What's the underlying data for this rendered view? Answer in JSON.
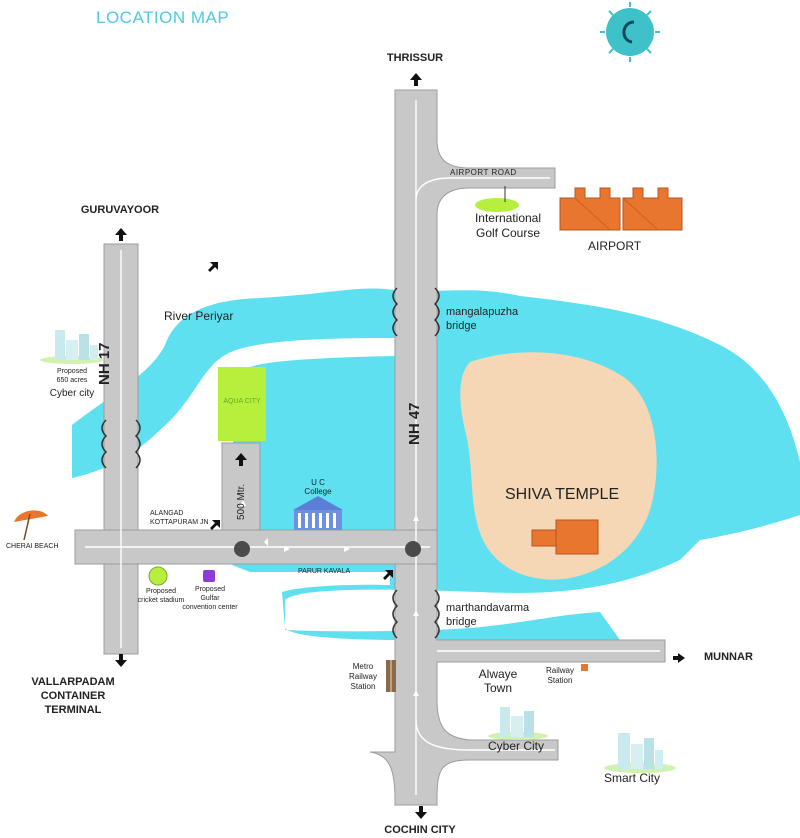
{
  "title": "LOCATION MAP",
  "colors": {
    "river": "#5fe0f0",
    "road": "#c8c8c8",
    "temple_area": "#f5d7b5",
    "buildings": "#e8762e",
    "city_block": "#b6f03c",
    "title": "#4ec9e0"
  },
  "directions": {
    "north": "THRISSUR",
    "northwest": "GURUVAYOOR",
    "south": "COCHIN CITY",
    "east": "MUNNAR",
    "southwest_1": "VALLARPADAM",
    "southwest_2": "CONTAINER",
    "southwest_3": "TERMINAL"
  },
  "roads": {
    "nh17": "NH 17",
    "nh47": "NH 47",
    "airport_road": "AIRPORT ROAD",
    "distance": "500 Mtr."
  },
  "places": {
    "golf_1": "International",
    "golf_2": "Golf Course",
    "airport": "AIRPORT",
    "river": "River Periyar",
    "bridge1_1": "mangalapuzha",
    "bridge1_2": "bridge",
    "cyber_proposed_1": "Proposed",
    "cyber_proposed_2": "650 acres",
    "cyber_proposed_3": "Cyber city",
    "city_block": "AQUA CITY",
    "uc_1": "U C",
    "uc_2": "College",
    "temple": "SHIVA TEMPLE",
    "alangad_1": "ALANGAD",
    "alangad_2": "KOTTAPURAM JN",
    "cherai": "CHERAI BEACH",
    "parur": "PARUR KAVALA",
    "stadium_1": "Proposed",
    "stadium_2": "cricket stadium",
    "convention_1": "Proposed",
    "convention_2": "Gulfar",
    "convention_3": "convention center",
    "bridge2_1": "marthandavarma",
    "bridge2_2": "bridge",
    "metro_1": "Metro",
    "metro_2": "Railway",
    "metro_3": "Station",
    "alwaye_1": "Alwaye",
    "alwaye_2": "Town",
    "railway_1": "Railway",
    "railway_2": "Station",
    "cyber_city": "Cyber City",
    "smart_city": "Smart City"
  },
  "icons": [
    "compass-icon",
    "tree-icon",
    "college-icon",
    "umbrella-icon",
    "arrow-icon",
    "building-icon"
  ]
}
